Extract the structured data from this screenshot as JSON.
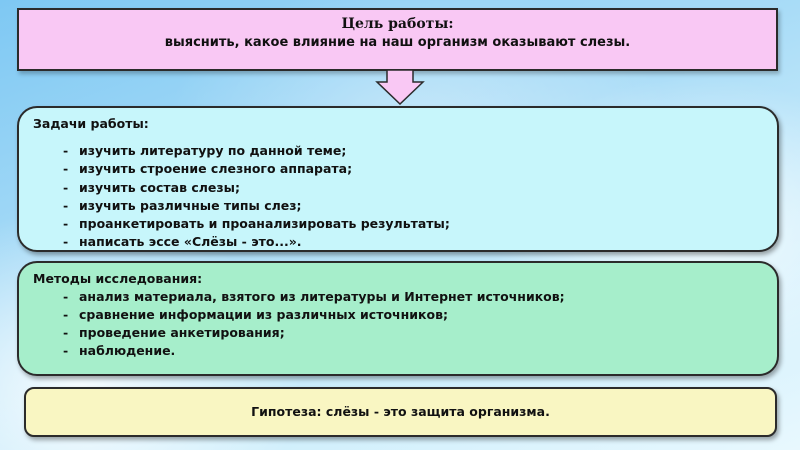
{
  "goal": {
    "title": "Цель работы:",
    "text": "выяснить, какое влияние на наш организм оказывают слезы."
  },
  "tasks": {
    "heading": "Задачи работы:",
    "items": [
      "изучить литературу по данной теме;",
      "изучить строение слезного аппарата;",
      "изучить состав слезы;",
      "изучить различные типы слез;",
      "проанкетировать и проанализировать результаты;",
      "написать эссе «Слёзы - это...»."
    ]
  },
  "methods": {
    "heading": "Методы исследования:",
    "items": [
      "анализ материала, взятого из литературы и Интернет источников;",
      "сравнение информации из различных источников;",
      "проведение анкетирования;",
      "наблюдение."
    ]
  },
  "hypothesis": {
    "text": "Гипотеза: слёзы - это защита организма."
  },
  "colors": {
    "goal_fill": "#f9c8f4",
    "tasks_fill": "#c7f6fb",
    "methods_fill": "#a6eecb",
    "hypothesis_fill": "#f9f6c2",
    "arrow_fill": "#f9c8f4"
  },
  "icons": {
    "connector": "down-arrow-icon",
    "bullet": "-"
  }
}
